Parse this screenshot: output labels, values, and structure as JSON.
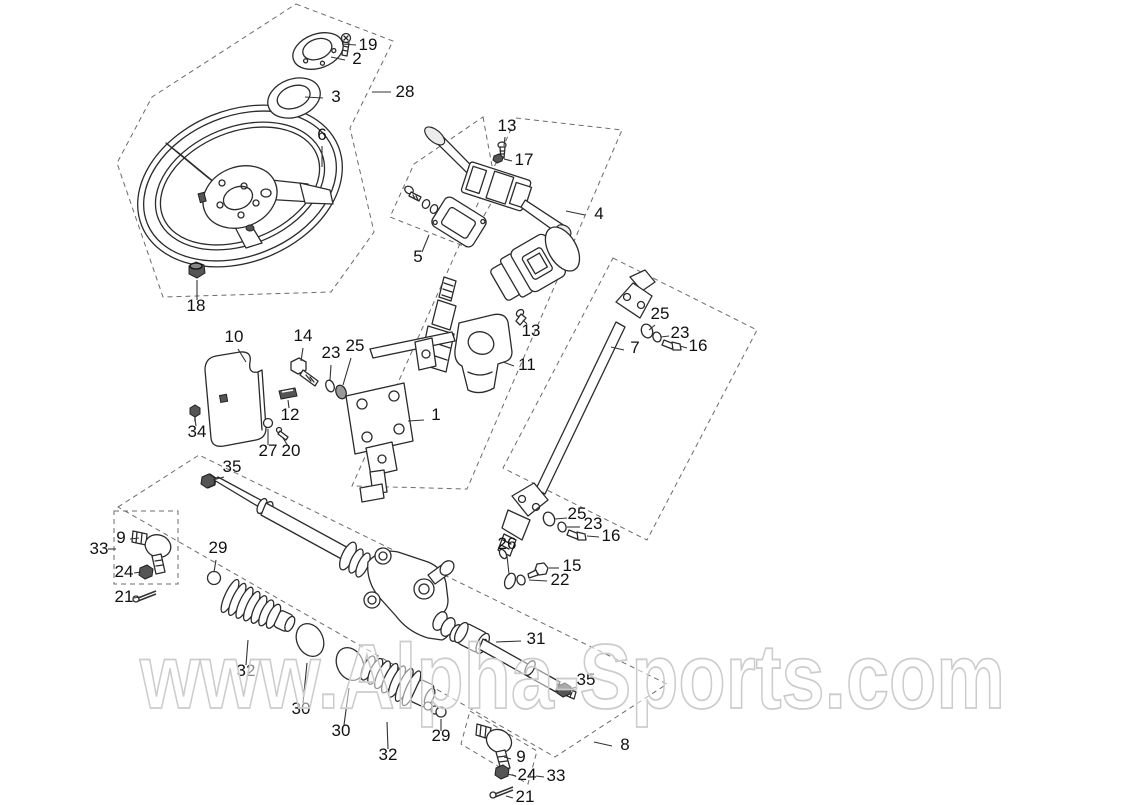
{
  "watermark": {
    "text": "www.Alpha-Sports.com"
  },
  "colors": {
    "background": "#ffffff",
    "line": "#2b2b2b",
    "label": "#111111",
    "dashed_boundary": "#6b6b6b",
    "watermark_outline": "#cccccc"
  },
  "callouts": {
    "n1": "1",
    "n2": "2",
    "n3": "3",
    "n4": "4",
    "n5": "5",
    "n6": "6",
    "n7": "7",
    "n8": "8",
    "n9": "9",
    "n10": "10",
    "n11": "11",
    "n12": "12",
    "n13": "13",
    "n14": "14",
    "n15": "15",
    "n16": "16",
    "n17": "17",
    "n18": "18",
    "n19": "19",
    "n20": "20",
    "n21": "21",
    "n22": "22",
    "n23": "23",
    "n24": "24",
    "n25": "25",
    "n26": "26",
    "n27": "27",
    "n28": "28",
    "n29": "29",
    "n30": "30",
    "n31": "31",
    "n32": "32",
    "n33": "33",
    "n34": "34",
    "n35": "35"
  }
}
